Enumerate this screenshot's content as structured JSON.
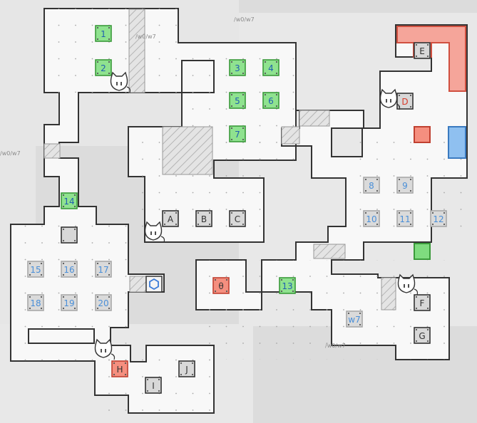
{
  "watermark": "/w0/w7",
  "colors": {
    "background": "#dcdcdc",
    "floor": "#f8f8f8",
    "wall": "#333333",
    "green": "#8fe28f",
    "red": "#f58f7f",
    "blue": "#8fc0f0",
    "grey_tile": "#dadada",
    "label_blue": "#4a8fd8",
    "label_red": "#d83a2a"
  },
  "green_tiles": [
    "1",
    "2",
    "3",
    "4",
    "5",
    "6",
    "7",
    "13",
    "14"
  ],
  "blue_number_tiles": [
    "8",
    "9",
    "10",
    "11",
    "12",
    "15",
    "16",
    "17",
    "18",
    "19",
    "20"
  ],
  "letter_blocks": [
    "A",
    "B",
    "C",
    "E",
    "F",
    "G",
    "I",
    "J"
  ],
  "red_tiles": [
    "D",
    "H",
    "θ"
  ],
  "small_tile_label": "w7",
  "cat_faces": 5
}
